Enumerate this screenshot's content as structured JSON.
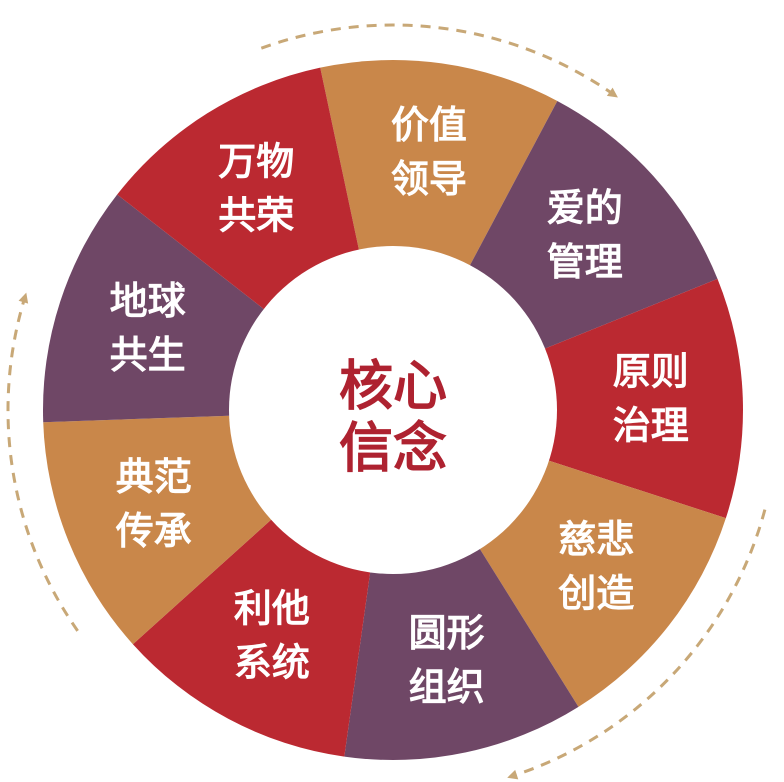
{
  "center": {
    "line1": "核心",
    "line2": "信念",
    "color": "#ae2230"
  },
  "colors": {
    "red": "#bb2931",
    "orange": "#c9874a",
    "purple": "#6f4766",
    "arrow": "#c8a877",
    "hub": "#ffffff"
  },
  "segments": [
    {
      "line1": "价值",
      "line2": "领导",
      "color": "orange"
    },
    {
      "line1": "爱的",
      "line2": "管理",
      "color": "purple"
    },
    {
      "line1": "原则",
      "line2": "治理",
      "color": "red"
    },
    {
      "line1": "慈悲",
      "line2": "创造",
      "color": "orange"
    },
    {
      "line1": "圆形",
      "line2": "组织",
      "color": "purple"
    },
    {
      "line1": "利他",
      "line2": "系统",
      "color": "red"
    },
    {
      "line1": "典范",
      "line2": "传承",
      "color": "orange"
    },
    {
      "line1": "地球",
      "line2": "共生",
      "color": "purple"
    },
    {
      "line1": "万物",
      "line2": "共荣",
      "color": "red"
    }
  ]
}
